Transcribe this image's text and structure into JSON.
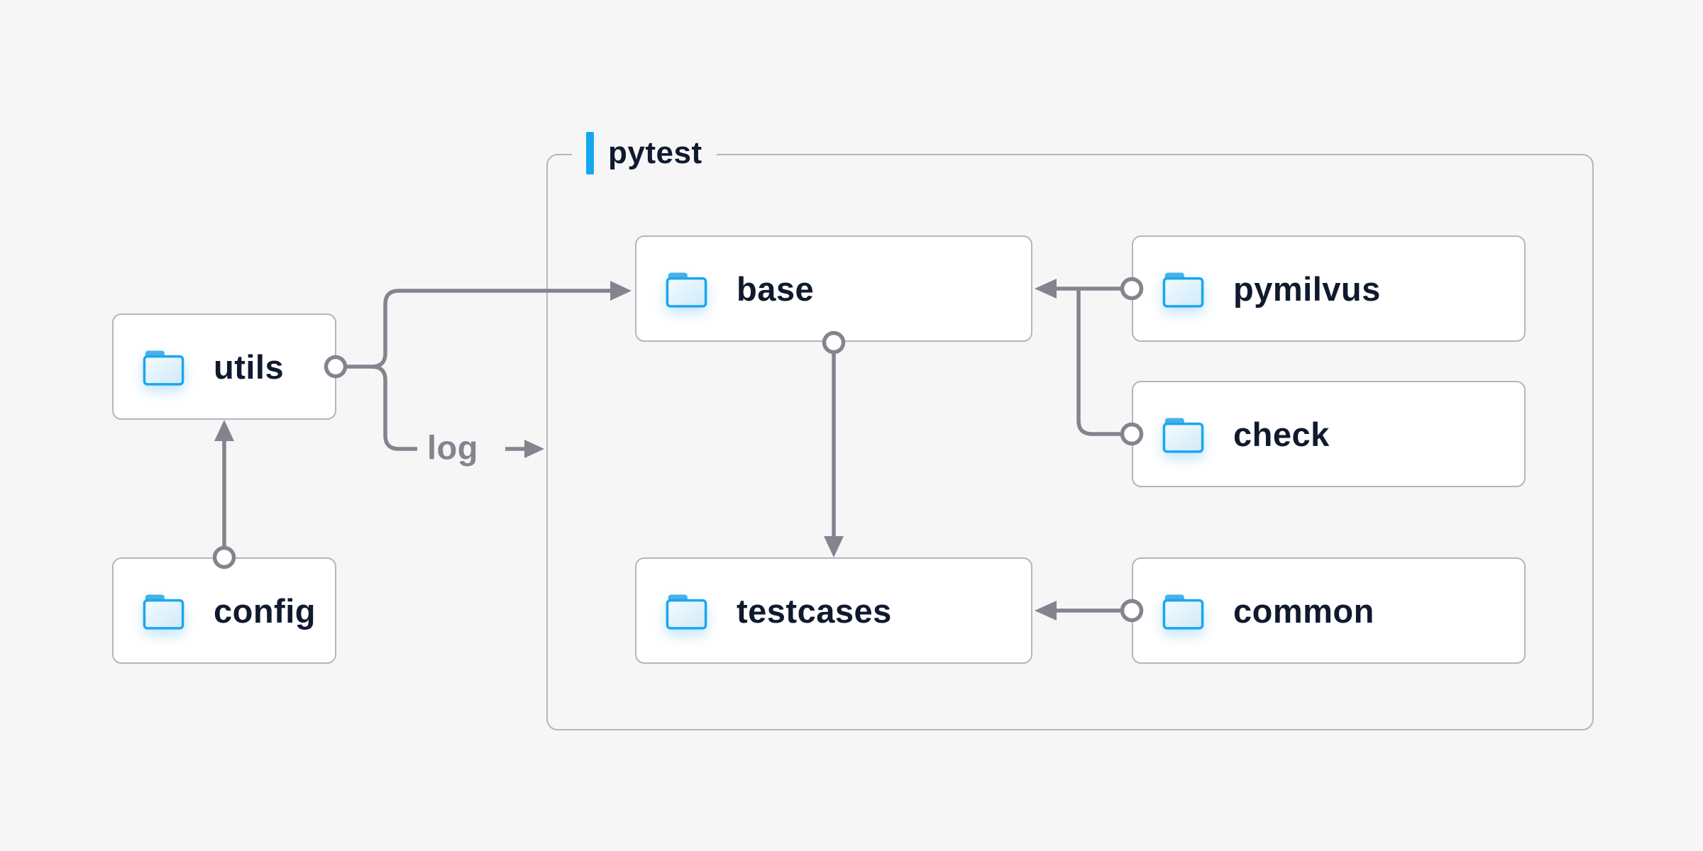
{
  "colors": {
    "background": "#f6f6f7",
    "box_fill": "#ffffff",
    "box_border": "#b5b5bf",
    "line": "#84848e",
    "text_dark": "#101a2e",
    "text_muted": "#84848e",
    "accent_blue": "#14a7f0",
    "folder_blue": "#1da6ee",
    "folder_tab": "#45b1e9"
  },
  "diagram": {
    "group": {
      "label": "pytest"
    },
    "nodes": {
      "utils": {
        "label": "utils"
      },
      "config": {
        "label": "config"
      },
      "base": {
        "label": "base"
      },
      "pymilvus": {
        "label": "pymilvus"
      },
      "check": {
        "label": "check"
      },
      "testcases": {
        "label": "testcases"
      },
      "common": {
        "label": "common"
      }
    },
    "edge_labels": {
      "log": "log"
    },
    "edges": [
      {
        "from": "config",
        "to": "utils"
      },
      {
        "from": "utils",
        "to": "base"
      },
      {
        "from": "utils",
        "to": "log",
        "label": "log"
      },
      {
        "from": "pymilvus",
        "to": "base"
      },
      {
        "from": "check",
        "to": "base"
      },
      {
        "from": "base",
        "to": "testcases"
      },
      {
        "from": "common",
        "to": "testcases"
      }
    ]
  }
}
